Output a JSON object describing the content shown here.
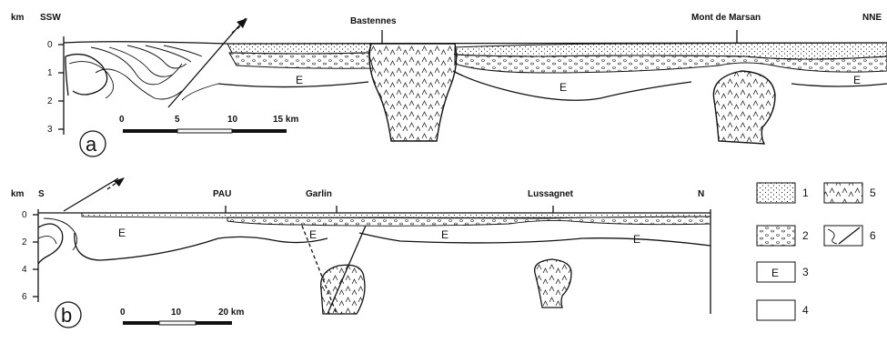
{
  "section_a": {
    "panel_label": "a",
    "depth_unit": "km",
    "depth_ticks": [
      "0",
      "1",
      "2",
      "3"
    ],
    "end_left": "SSW",
    "end_right": "NNE",
    "places": [
      "Bastennes",
      "Mont de Marsan"
    ],
    "unit_labels": [
      "E",
      "E",
      "E"
    ],
    "scale_ticks": [
      "0",
      "5",
      "10",
      "15 km"
    ]
  },
  "section_b": {
    "panel_label": "b",
    "depth_unit": "km",
    "depth_ticks": [
      "0",
      "2",
      "4",
      "6"
    ],
    "end_left": "S",
    "end_right": "N",
    "places": [
      "PAU",
      "Garlin",
      "Lussagnet"
    ],
    "unit_labels": [
      "E",
      "E",
      "E",
      "E"
    ],
    "scale_ticks": [
      "0",
      "10",
      "20 km"
    ]
  },
  "legend": [
    {
      "key": "1",
      "pattern": "dots"
    },
    {
      "key": "2",
      "pattern": "ovals"
    },
    {
      "key": "3",
      "pattern": "E",
      "symbol": "E"
    },
    {
      "key": "4",
      "pattern": "blank"
    },
    {
      "key": "5",
      "pattern": "carets"
    },
    {
      "key": "6",
      "pattern": "folds"
    }
  ]
}
